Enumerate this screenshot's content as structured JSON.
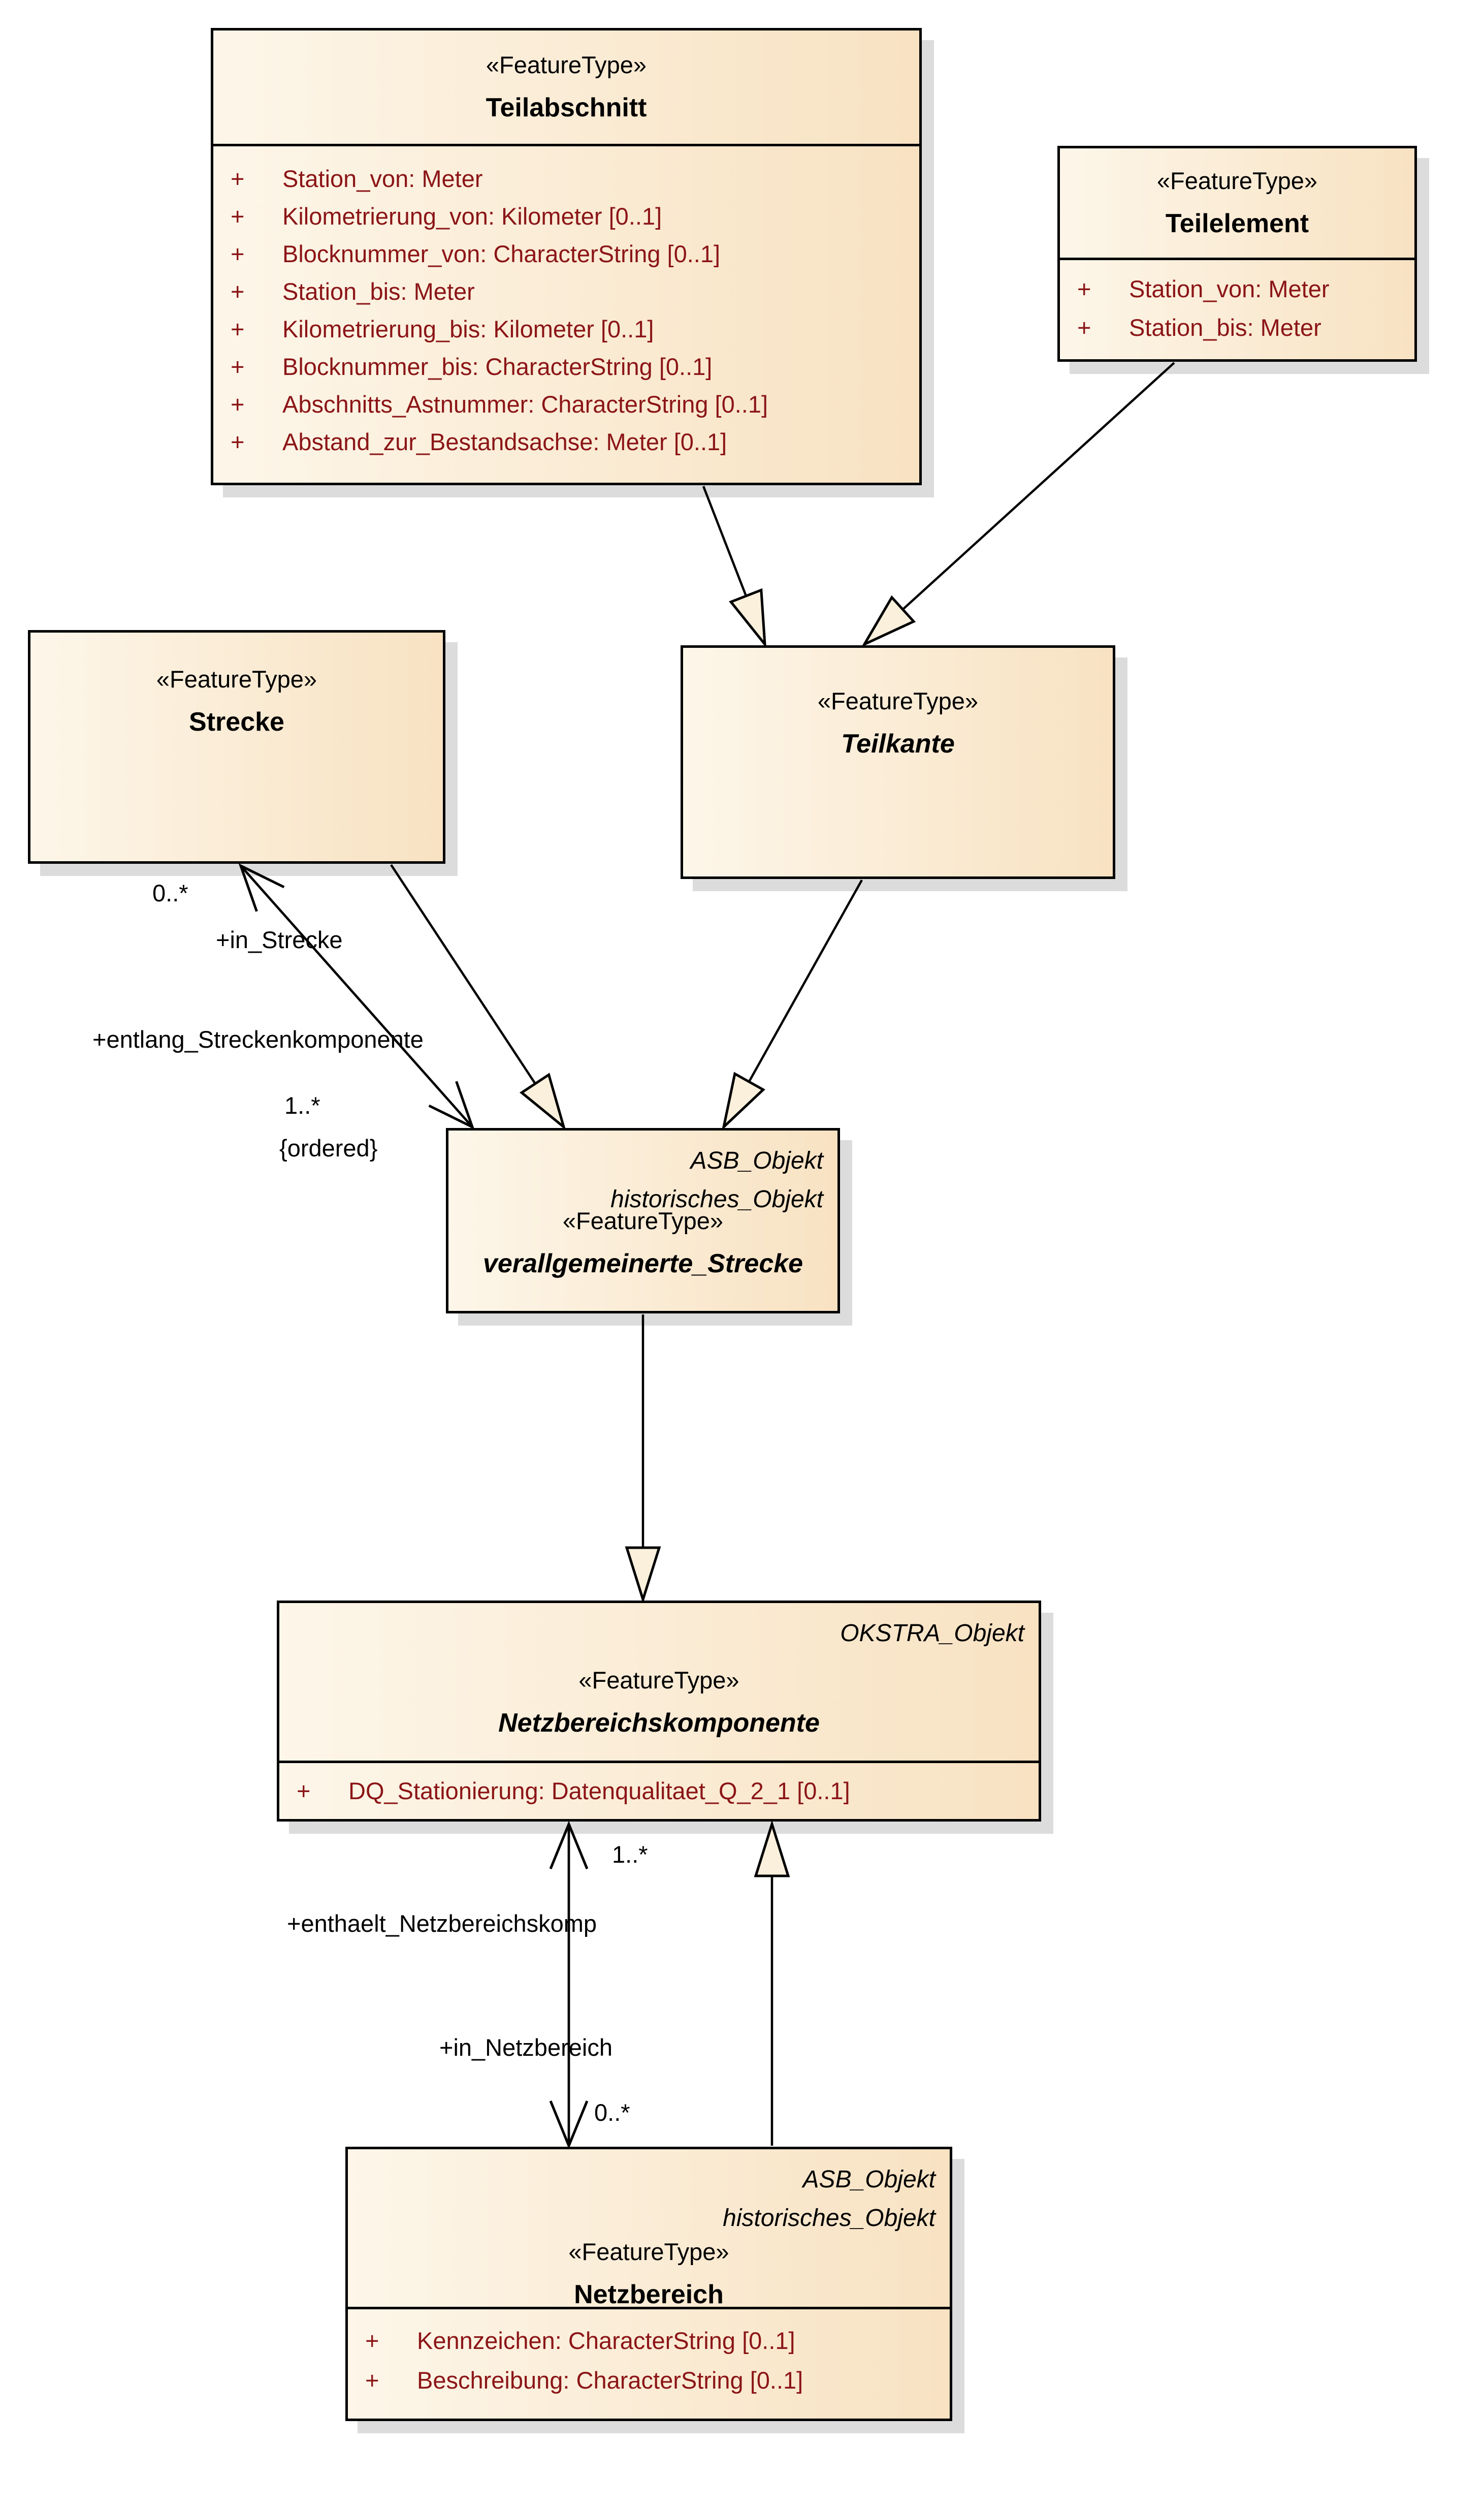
{
  "diagram": {
    "type": "uml-class-diagram",
    "colors": {
      "box_fill_left": "#fdf6e9",
      "box_fill_right": "#f8e2c2",
      "border": "#000000",
      "attribute_text": "#8b1517",
      "label_text": "#000000",
      "shadow": "#dcdcdc",
      "arrowhead_fill": "#faf0dc"
    }
  },
  "classes": [
    {
      "stereotype": "«FeatureType»",
      "name": "Teilabschnitt",
      "abstract": false,
      "supertypes": [],
      "attributes": [
        {
          "vis": "+",
          "text": "Station_von: Meter"
        },
        {
          "vis": "+",
          "text": "Kilometrierung_von: Kilometer [0..1]"
        },
        {
          "vis": "+",
          "text": "Blocknummer_von: CharacterString [0..1]"
        },
        {
          "vis": "+",
          "text": "Station_bis: Meter"
        },
        {
          "vis": "+",
          "text": "Kilometrierung_bis: Kilometer [0..1]"
        },
        {
          "vis": "+",
          "text": "Blocknummer_bis: CharacterString [0..1]"
        },
        {
          "vis": "+",
          "text": "Abschnitts_Astnummer: CharacterString [0..1]"
        },
        {
          "vis": "+",
          "text": "Abstand_zur_Bestandsachse: Meter [0..1]"
        }
      ]
    },
    {
      "stereotype": "«FeatureType»",
      "name": "Teilelement",
      "abstract": false,
      "supertypes": [],
      "attributes": [
        {
          "vis": "+",
          "text": "Station_von: Meter"
        },
        {
          "vis": "+",
          "text": "Station_bis: Meter"
        }
      ]
    },
    {
      "stereotype": "«FeatureType»",
      "name": "Strecke",
      "abstract": false,
      "supertypes": [],
      "attributes": []
    },
    {
      "stereotype": "«FeatureType»",
      "name": "Teilkante",
      "abstract": true,
      "supertypes": [],
      "attributes": []
    },
    {
      "stereotype": "«FeatureType»",
      "name": "verallgemeinerte_Strecke",
      "abstract": true,
      "supertypes": [
        "ASB_Objekt",
        "historisches_Objekt"
      ],
      "attributes": []
    },
    {
      "stereotype": "«FeatureType»",
      "name": "Netzbereichskomponente",
      "abstract": true,
      "supertypes": [
        "OKSTRA_Objekt"
      ],
      "attributes": [
        {
          "vis": "+",
          "text": "DQ_Stationierung: Datenqualitaet_Q_2_1 [0..1]"
        }
      ]
    },
    {
      "stereotype": "«FeatureType»",
      "name": "Netzbereich",
      "abstract": false,
      "supertypes": [
        "ASB_Objekt",
        "historisches_Objekt"
      ],
      "attributes": [
        {
          "vis": "+",
          "text": "Kennzeichen: CharacterString [0..1]"
        },
        {
          "vis": "+",
          "text": "Beschreibung: CharacterString [0..1]"
        }
      ]
    }
  ],
  "edge_labels": {
    "strecke_mult": "0..*",
    "in_strecke": "+in_Strecke",
    "entlang": "+entlang_Streckenkomponente",
    "entlang_mult": "1..*",
    "ordered": "{ordered}",
    "enthaelt_mult": "1..*",
    "enthaelt": "+enthaelt_Netzbereichskomp",
    "in_netzbereich": "+in_Netzbereich",
    "in_netzbereich_mult": "0..*"
  },
  "edges": [
    {
      "type": "generalization",
      "from": "Teilabschnitt",
      "to": "Teilkante"
    },
    {
      "type": "generalization",
      "from": "Teilelement",
      "to": "Teilkante"
    },
    {
      "type": "generalization",
      "from": "Teilkante",
      "to": "verallgemeinerte_Strecke"
    },
    {
      "type": "generalization",
      "from": "Strecke",
      "to": "verallgemeinerte_Strecke"
    },
    {
      "type": "association",
      "between": [
        "Strecke",
        "verallgemeinerte_Strecke"
      ],
      "end_strecke": {
        "role": "+in_Strecke",
        "multiplicity": "0..*"
      },
      "end_verallgemeinerte_strecke": {
        "role": "+entlang_Streckenkomponente",
        "multiplicity": "1..*",
        "constraint": "{ordered}"
      }
    },
    {
      "type": "generalization",
      "from": "verallgemeinerte_Strecke",
      "to": "Netzbereichskomponente"
    },
    {
      "type": "association",
      "between": [
        "Netzbereichskomponente",
        "Netzbereich"
      ],
      "end_netzbereichskomponente": {
        "role": "+enthaelt_Netzbereichskomp",
        "multiplicity": "1..*"
      },
      "end_netzbereich": {
        "role": "+in_Netzbereich",
        "multiplicity": "0..*"
      }
    },
    {
      "type": "generalization",
      "from": "Netzbereich",
      "to": "Netzbereichskomponente"
    }
  ]
}
